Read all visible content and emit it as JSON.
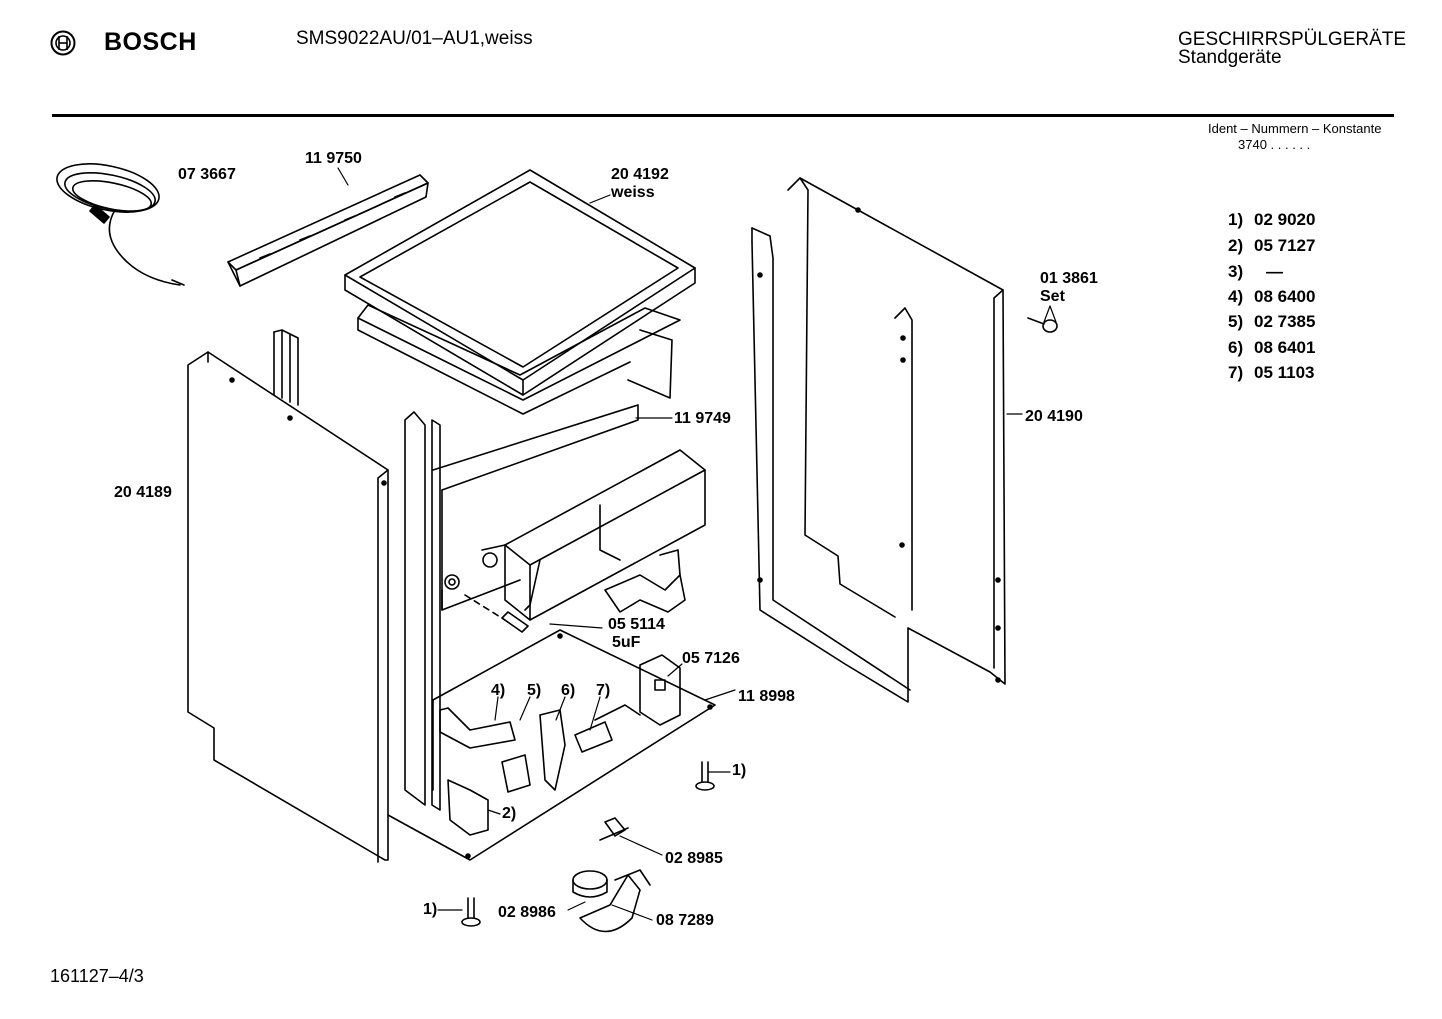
{
  "header": {
    "brand": "BOSCH",
    "model": "SMS9022AU/01–AU1,weiss",
    "category": "GESCHIRRSPÜLGERÄTE",
    "subcategory": "Standgeräte",
    "ident_label": "Ident – Nummern – Konstante",
    "ident_value": "3740 .  .   .  .  .  ."
  },
  "callouts": {
    "c073667": "07 3667",
    "c119750": "11 9750",
    "c204192": "20 4192",
    "weiss": "weiss",
    "c119749": "11 9749",
    "c204189": "20 4189",
    "c013861": "01 3861",
    "set": "Set",
    "c204190": "20 4190",
    "c055114": "05 5114",
    "uf": "5uF",
    "c057126": "05 7126",
    "c118998": "11 8998",
    "r4": "4)",
    "r5": "5)",
    "r6": "6)",
    "r7": "7)",
    "r1a": "1)",
    "r2": "2)",
    "r1b": "1)",
    "c028985": "02 8985",
    "c028986": "02 8986",
    "c087289": "08 7289"
  },
  "legend": [
    {
      "ref": "1)",
      "part": "02 9020"
    },
    {
      "ref": "2)",
      "part": "05 7127"
    },
    {
      "ref": "3)",
      "part": "—"
    },
    {
      "ref": "4)",
      "part": "08 6400"
    },
    {
      "ref": "5)",
      "part": "02 7385"
    },
    {
      "ref": "6)",
      "part": "08 6401"
    },
    {
      "ref": "7)",
      "part": "05 1103"
    }
  ],
  "footer": {
    "doc_number": "161127–4/3"
  }
}
